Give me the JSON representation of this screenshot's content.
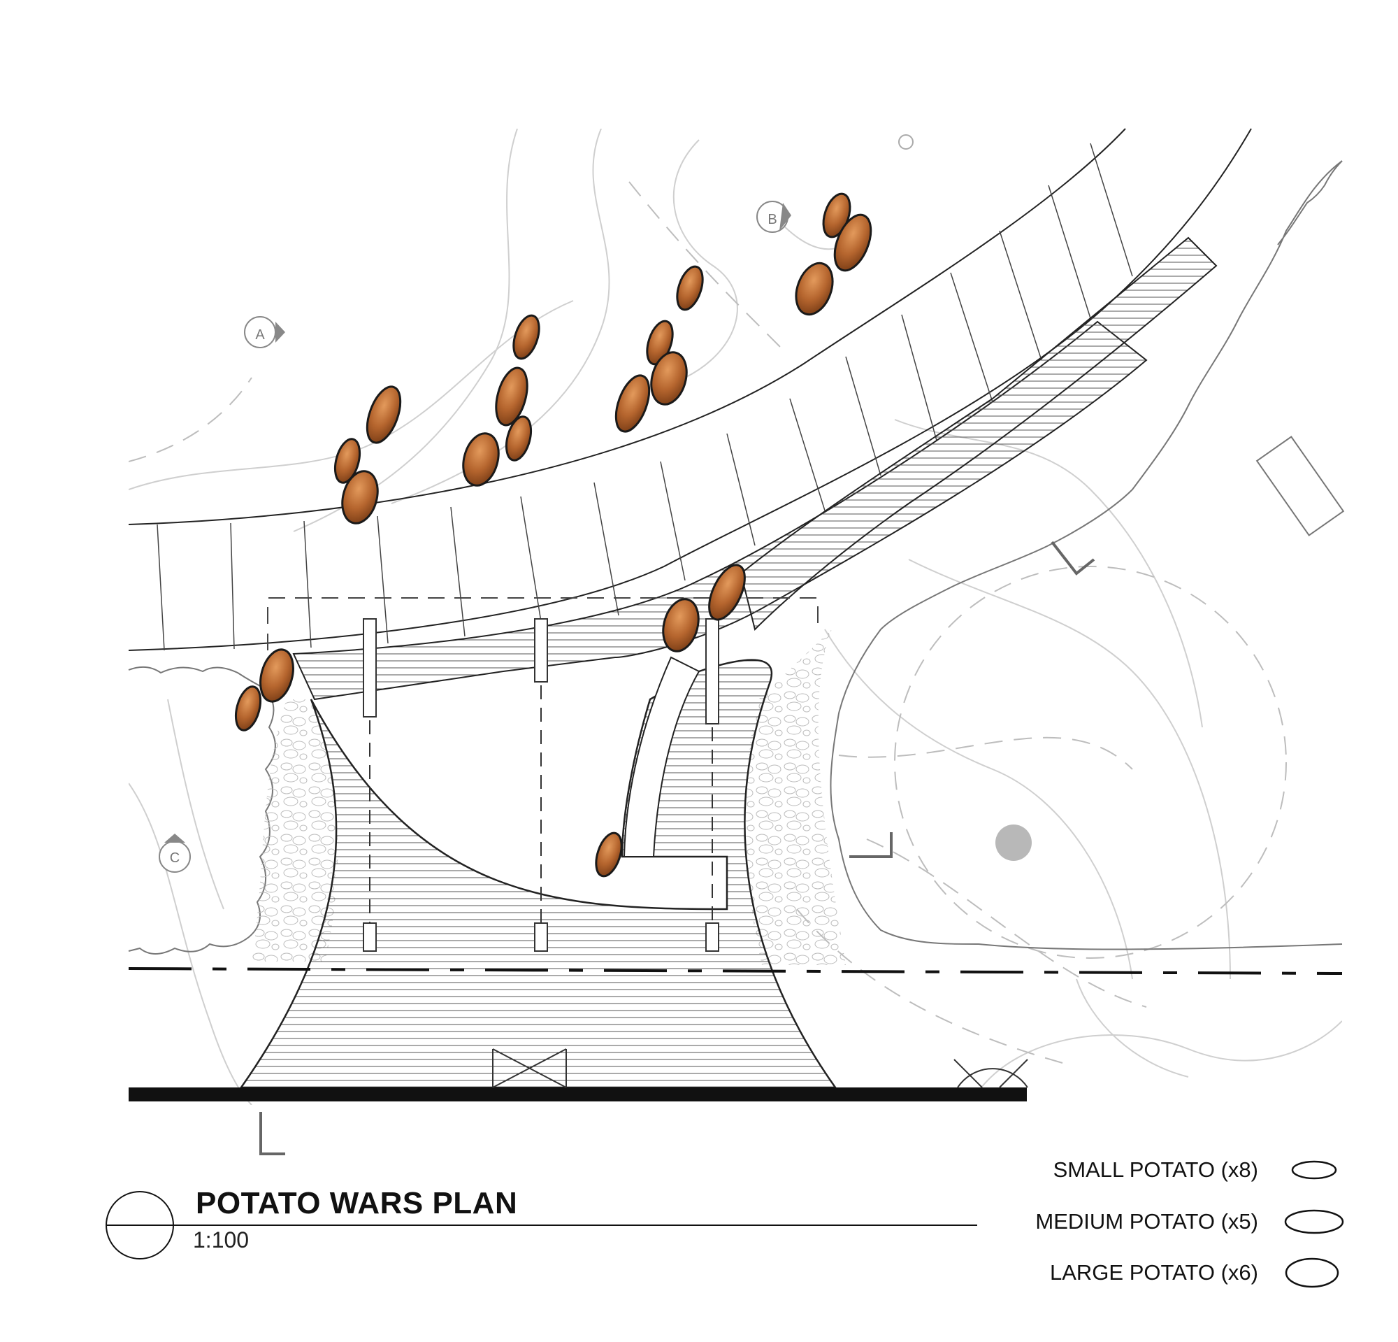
{
  "plan": {
    "title": "POTATO WARS PLAN",
    "scale": "1:100",
    "view_markers": [
      "A",
      "B",
      "C"
    ],
    "potato_colors": {
      "fill": "#b5652e",
      "highlight": "#d98c4f",
      "outline": "#1a1a1a"
    }
  },
  "legend": {
    "items": [
      {
        "label": "SMALL POTATO (x8)",
        "icon": "small-potato-outline"
      },
      {
        "label": "MEDIUM POTATO (x5)",
        "icon": "medium-potato-outline"
      },
      {
        "label": "LARGE POTATO (x6)",
        "icon": "large-potato-outline"
      }
    ]
  }
}
